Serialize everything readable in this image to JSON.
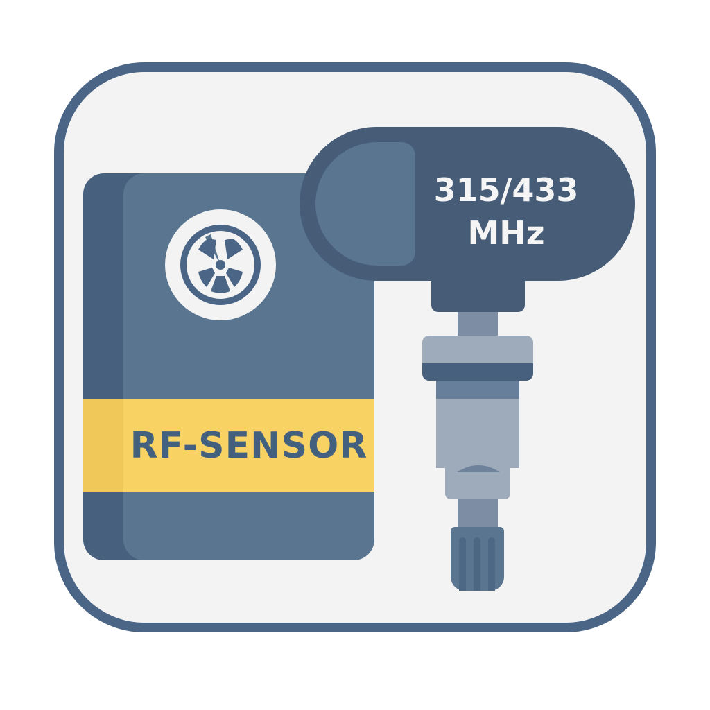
{
  "illustration": {
    "subject": "TPMS RF sensor icon",
    "book_label": "RF-SENSOR",
    "frequency_line1": "315/433",
    "frequency_line2": "MHz",
    "icons": [
      "wheel-icon",
      "valve-stem-sensor-icon",
      "manual-book-icon"
    ],
    "colors": {
      "frame_border": "#4a6585",
      "frame_fill": "#f3f3f3",
      "book_cover": "#5a7590",
      "book_spine": "#46607d",
      "label_band": "#f8d263",
      "label_text": "#44607f",
      "sensor_head": "#465c77",
      "stem_light": "#9eabba",
      "stem_mid": "#7d8ea4"
    }
  }
}
